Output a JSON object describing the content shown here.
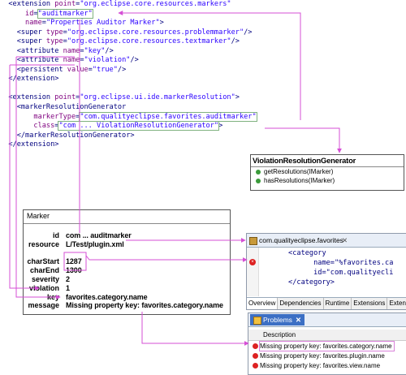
{
  "code_lines": [
    {
      "indent": "  ",
      "parts": [
        {
          "c": "t",
          "s": "<extension "
        },
        {
          "c": "a",
          "s": "point"
        },
        {
          "c": "t",
          "s": "="
        },
        {
          "c": "v",
          "s": "\"org.eclipse.core.resources.markers\""
        }
      ]
    },
    {
      "indent": "      ",
      "parts": [
        {
          "c": "a",
          "s": "id"
        },
        {
          "c": "t",
          "s": "="
        },
        {
          "c": "v",
          "s": "\"auditmarker\"",
          "hl": true
        }
      ]
    },
    {
      "indent": "      ",
      "parts": [
        {
          "c": "a",
          "s": "name"
        },
        {
          "c": "t",
          "s": "="
        },
        {
          "c": "v",
          "s": "\"Properties Auditor Marker\""
        },
        {
          "c": "t",
          "s": ">"
        }
      ]
    },
    {
      "indent": "    ",
      "parts": [
        {
          "c": "t",
          "s": "<super "
        },
        {
          "c": "a",
          "s": "type"
        },
        {
          "c": "t",
          "s": "="
        },
        {
          "c": "v",
          "s": "\"org.eclipse.core.resources.problemmarker\""
        },
        {
          "c": "t",
          "s": "/>"
        }
      ]
    },
    {
      "indent": "    ",
      "parts": [
        {
          "c": "t",
          "s": "<super "
        },
        {
          "c": "a",
          "s": "type"
        },
        {
          "c": "t",
          "s": "="
        },
        {
          "c": "v",
          "s": "\"org.eclipse.core.resources.textmarker\""
        },
        {
          "c": "t",
          "s": "/>"
        }
      ]
    },
    {
      "indent": "    ",
      "parts": [
        {
          "c": "t",
          "s": "<attribute "
        },
        {
          "c": "a",
          "s": "name"
        },
        {
          "c": "t",
          "s": "="
        },
        {
          "c": "v",
          "s": "\"key\""
        },
        {
          "c": "t",
          "s": "/>"
        }
      ]
    },
    {
      "indent": "    ",
      "parts": [
        {
          "c": "t",
          "s": "<attribute "
        },
        {
          "c": "a",
          "s": "name"
        },
        {
          "c": "t",
          "s": "="
        },
        {
          "c": "v",
          "s": "\"violation\""
        },
        {
          "c": "t",
          "s": "/>"
        }
      ]
    },
    {
      "indent": "    ",
      "parts": [
        {
          "c": "t",
          "s": "<persistent "
        },
        {
          "c": "a",
          "s": "value"
        },
        {
          "c": "t",
          "s": "="
        },
        {
          "c": "v",
          "s": "\"true\""
        },
        {
          "c": "t",
          "s": "/>"
        }
      ]
    },
    {
      "indent": "  ",
      "parts": [
        {
          "c": "t",
          "s": "</extension>"
        }
      ]
    },
    {
      "indent": "",
      "parts": []
    },
    {
      "indent": "  ",
      "parts": [
        {
          "c": "t",
          "s": "<extension "
        },
        {
          "c": "a",
          "s": "point"
        },
        {
          "c": "t",
          "s": "="
        },
        {
          "c": "v",
          "s": "\"org.eclipse.ui.ide.markerResolution\""
        },
        {
          "c": "t",
          "s": ">"
        }
      ]
    },
    {
      "indent": "    ",
      "parts": [
        {
          "c": "t",
          "s": "<markerResolutionGenerator"
        }
      ]
    },
    {
      "indent": "        ",
      "parts": [
        {
          "c": "a",
          "s": "markerType"
        },
        {
          "c": "t",
          "s": "="
        },
        {
          "c": "v",
          "s": "\"com.qualityeclipse.favorites.auditmarker\"",
          "hl": true
        }
      ]
    },
    {
      "indent": "        ",
      "parts": [
        {
          "c": "a",
          "s": "class"
        },
        {
          "c": "t",
          "s": "="
        },
        {
          "c": "v",
          "s": "\"com ... ViolationResolutionGenerator\"",
          "hl": true
        },
        {
          "c": "t",
          "s": ">"
        }
      ]
    },
    {
      "indent": "    ",
      "parts": [
        {
          "c": "t",
          "s": "</markerResolutionGenerator>"
        }
      ]
    },
    {
      "indent": "  ",
      "parts": [
        {
          "c": "t",
          "s": "</extension>"
        }
      ]
    }
  ],
  "vrg": {
    "title": "ViolationResolutionGenerator",
    "methods": [
      "getResolutions(IMarker)",
      "hasResolutions(IMarker)"
    ]
  },
  "marker": {
    "title": "Marker",
    "rows": [
      {
        "k": "id",
        "v": "com ... auditmarker"
      },
      {
        "k": "resource",
        "v": "L/Test/plugin.xml"
      },
      {
        "k": "",
        "v": ""
      },
      {
        "k": "charStart",
        "v": "1287"
      },
      {
        "k": "charEnd",
        "v": "1300"
      },
      {
        "k": "severity",
        "v": "2"
      },
      {
        "k": "violation",
        "v": "1"
      },
      {
        "k": "key",
        "v": "favorites.category.name"
      },
      {
        "k": "message",
        "v": "Missing property key: favorites.category.name"
      }
    ]
  },
  "editor": {
    "title": "com.qualityeclipse.favorites",
    "close": "✕",
    "error_glyph": "×",
    "lines": [
      {
        "indent": "      ",
        "s": "<category"
      },
      {
        "indent": "            ",
        "s": "name=\"%favorites.ca"
      },
      {
        "indent": "            ",
        "s": "id=\"com.qualityecli"
      },
      {
        "indent": "      ",
        "s": "</category>"
      }
    ],
    "tabs": [
      "Overview",
      "Dependencies",
      "Runtime",
      "Extensions",
      "Exten"
    ]
  },
  "problems": {
    "tab": "Problems",
    "close": "✕",
    "column": "Description",
    "rows": [
      "Missing property key: favorites.category.name",
      "Missing property key: favorites.plugin.name",
      "Missing property key: favorites.view.name"
    ]
  },
  "colors": {
    "arrow": "#d54fd5",
    "highlight": "#7fb27f",
    "code_tag": "#00007f",
    "code_attr": "#7f007f",
    "code_value": "#2a00ff"
  }
}
